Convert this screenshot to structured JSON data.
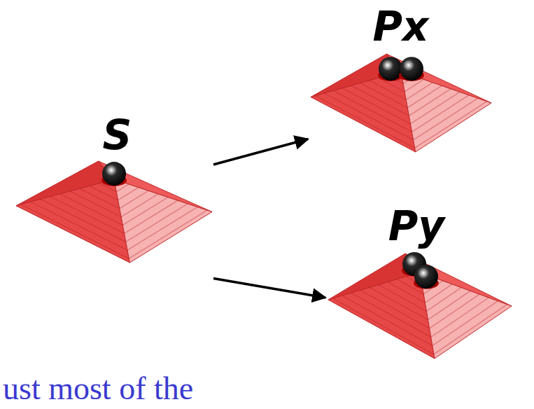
{
  "diagram": {
    "nodes": [
      {
        "text": [
          "S"
        ]
      },
      {
        "text": [
          "Px"
        ]
      },
      {
        "text": [
          "Py"
        ]
      }
    ],
    "edges": [
      {
        "from": 0,
        "to": 1,
        "arrow": "to"
      },
      {
        "from": 0,
        "to": 2,
        "arrow": "to"
      }
    ],
    "labels": [
      "ust most of the"
    ]
  }
}
